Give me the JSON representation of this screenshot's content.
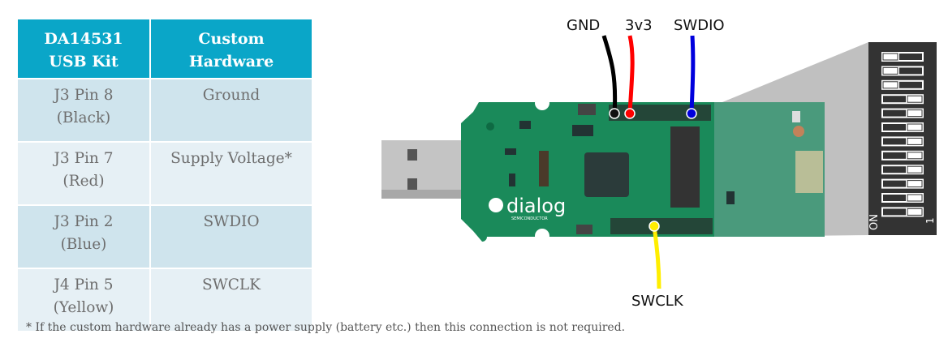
{
  "table": {
    "headers": [
      [
        "DA14531",
        "USB Kit"
      ],
      [
        "Custom",
        "Hardware"
      ]
    ],
    "rows": [
      {
        "kit": [
          "J3 Pin 8",
          "(Black)"
        ],
        "hw": "Ground"
      },
      {
        "kit": [
          "J3 Pin 7",
          "(Red)"
        ],
        "hw": "Supply Voltage*"
      },
      {
        "kit": [
          "J3 Pin 2",
          "(Blue)"
        ],
        "hw": "SWDIO"
      },
      {
        "kit": [
          "J4 Pin 5",
          "(Yellow)"
        ],
        "hw": "SWCLK"
      }
    ]
  },
  "footnote": "* If the custom hardware already has a power supply (battery etc.) then this connection is not required.",
  "diagram": {
    "wire_labels": {
      "gnd": "GND",
      "v3": "3v3",
      "swdio": "SWDIO",
      "swclk": "SWCLK"
    },
    "logo_text": "dialog",
    "logo_subtext": "SEMICONDUCTOR",
    "switch_on_label": "ON",
    "switch_one_label": "1",
    "colors": {
      "board": "#1a8a5a",
      "board_shade": "#157049",
      "wire_gnd": "#000000",
      "wire_3v3": "#ff0000",
      "wire_swdio": "#0000dd",
      "wire_swclk": "#ffee00",
      "header": "#0aa6c8"
    }
  }
}
